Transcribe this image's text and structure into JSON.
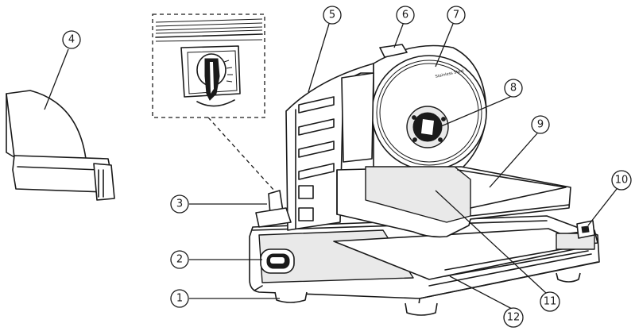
{
  "callouts": [
    {
      "number": "1",
      "part": "foot"
    },
    {
      "number": "2",
      "part": "power-switch"
    },
    {
      "number": "3",
      "part": "thickness-knob"
    },
    {
      "number": "4",
      "part": "food-pusher"
    },
    {
      "number": "5",
      "part": "thickness-plate"
    },
    {
      "number": "6",
      "part": "blade-guard-knob"
    },
    {
      "number": "7",
      "part": "blade"
    },
    {
      "number": "8",
      "part": "blade-center"
    },
    {
      "number": "9",
      "part": "food-carriage"
    },
    {
      "number": "10",
      "part": "carriage-lock"
    },
    {
      "number": "11",
      "part": "carriage-fence"
    },
    {
      "number": "12",
      "part": "sliding-rail"
    }
  ],
  "blade_label": "Stainless Steel"
}
